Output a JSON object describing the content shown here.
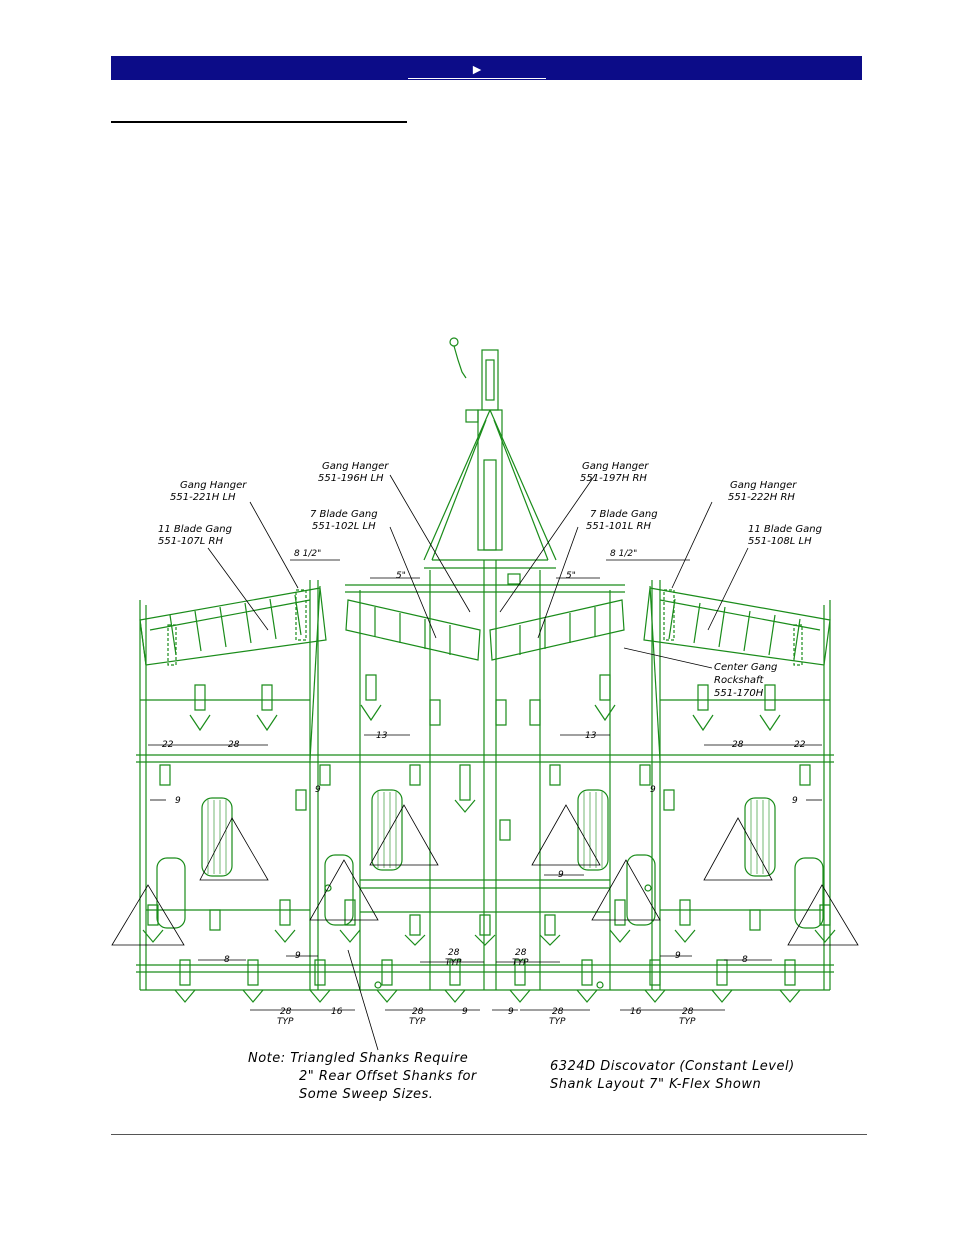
{
  "header": {
    "nav_arrow": "►"
  },
  "drawing": {
    "labels": {
      "gang_hanger_221h": [
        "Gang Hanger",
        "551-221H LH"
      ],
      "blade_gang_107l": [
        "11 Blade Gang",
        "551-107L RH"
      ],
      "gang_hanger_196h": [
        "Gang Hanger",
        "551-196H LH"
      ],
      "blade_gang_102l": [
        "7 Blade Gang",
        "551-102L LH"
      ],
      "gang_hanger_197h": [
        "Gang Hanger",
        "551-197H RH"
      ],
      "blade_gang_101l": [
        "7 Blade Gang",
        "551-101L RH"
      ],
      "gang_hanger_222h": [
        "Gang Hanger",
        "551-222H RH"
      ],
      "blade_gang_108l": [
        "11 Blade Gang",
        "551-108L LH"
      ],
      "center_rockshaft": [
        "Center Gang",
        "Rockshaft",
        "551-170H"
      ]
    },
    "dims": {
      "eight_half": "8 1/2\"",
      "five": "5\"",
      "thirteen": "13",
      "twentytwo": "22",
      "twentyeight": "28",
      "nine": "9",
      "nine_half": "9",
      "eight_half_small": "8",
      "sixteen": "16",
      "half_num": "1",
      "half_den": "2",
      "typ": "TYP"
    }
  },
  "notes": {
    "left": [
      "Note:  Triangled Shanks Require",
      "2\" Rear Offset Shanks for",
      "Some Sweep Sizes."
    ],
    "right": [
      "6324D Discovator (Constant Level)",
      "Shank Layout 7\"  K-Flex Shown"
    ]
  }
}
